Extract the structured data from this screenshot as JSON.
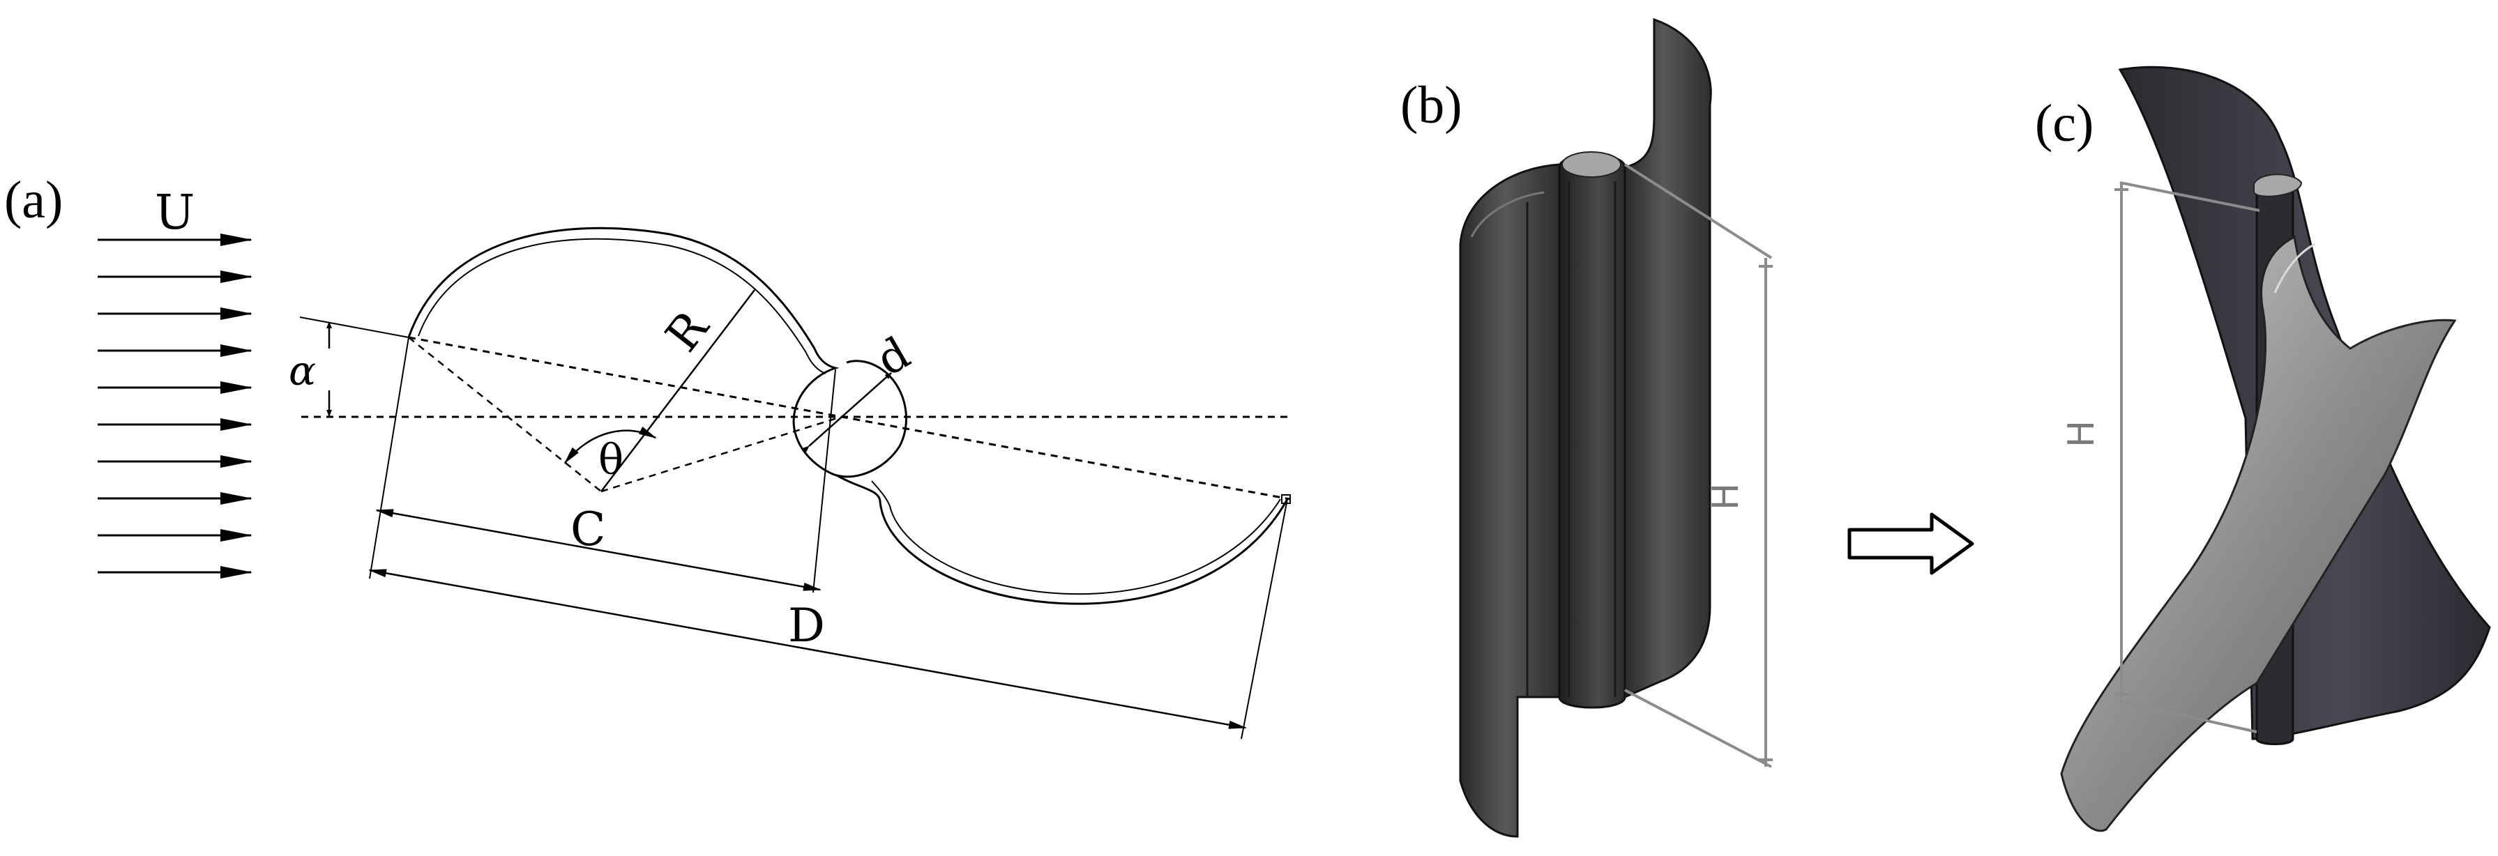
{
  "panels": {
    "a": {
      "label": "(a)"
    },
    "b": {
      "label": "(b)"
    },
    "c": {
      "label": "(c)"
    }
  },
  "symbols": {
    "flow": "U",
    "alpha": "α",
    "theta": "θ",
    "radius": "R",
    "center": "C",
    "chord": "D",
    "overlap": "d",
    "height_b": "H",
    "height_c": "H"
  },
  "icons": {
    "transform_arrow": "right-outline-arrow-icon"
  },
  "colors": {
    "line": "#000000",
    "dimension": "#8c8c8c",
    "blade_dark": "#3a3a3c",
    "blade_light": "#bdbdbd"
  }
}
